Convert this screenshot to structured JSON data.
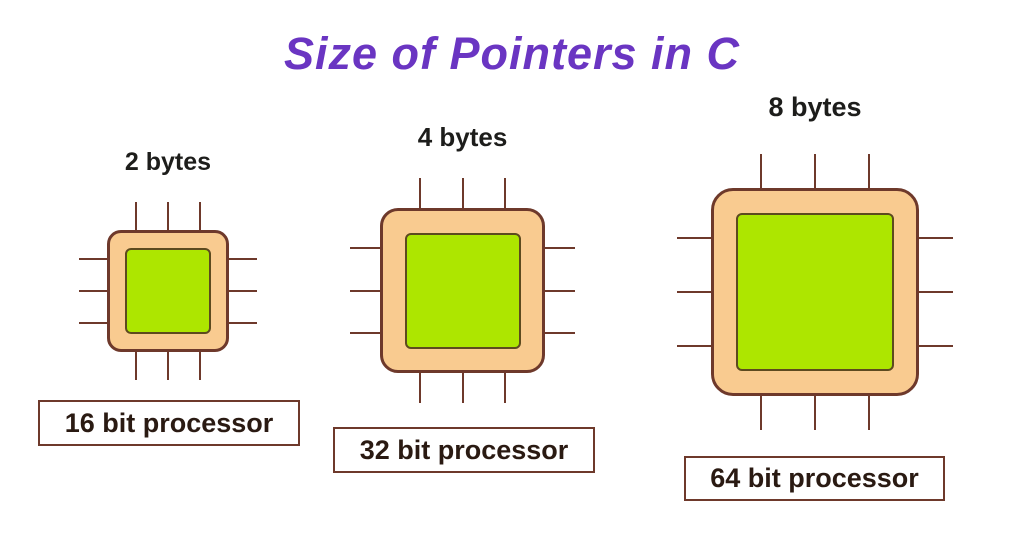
{
  "title": "Size of Pointers in C",
  "colors": {
    "title_purple": "#6a35c2",
    "chip_body_peach": "#f9cb90",
    "chip_core_green": "#ade600",
    "outline_maroon": "#6e392b",
    "label_text": "#2a1a12",
    "background": "#ffffff"
  },
  "chips": [
    {
      "bytes_label": "2 bytes",
      "processor_label": "16 bit processor"
    },
    {
      "bytes_label": "4 bytes",
      "processor_label": "32 bit processor"
    },
    {
      "bytes_label": "8 bytes",
      "processor_label": "64 bit processor"
    }
  ]
}
